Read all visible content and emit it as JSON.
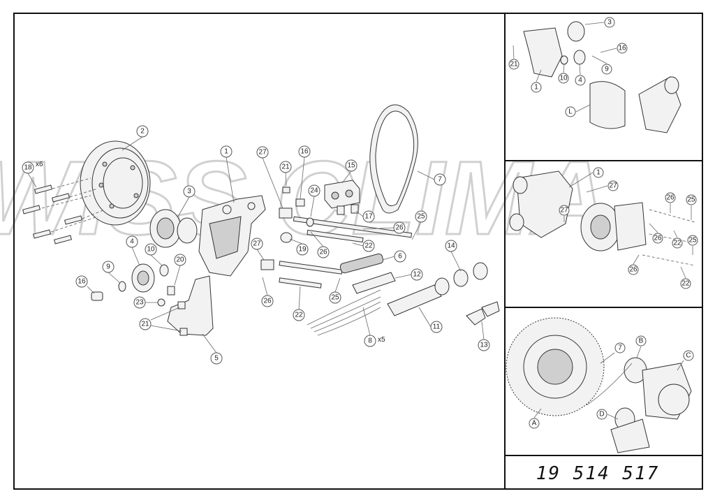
{
  "watermark": "SWISS CLIMA",
  "part_number": "19 514 517",
  "main_callouts": [
    {
      "id": "c1",
      "label": "1"
    },
    {
      "id": "c2",
      "label": "2"
    },
    {
      "id": "c3",
      "label": "3"
    },
    {
      "id": "c4",
      "label": "4"
    },
    {
      "id": "c5",
      "label": "5"
    },
    {
      "id": "c6",
      "label": "6"
    },
    {
      "id": "c7",
      "label": "7"
    },
    {
      "id": "c8",
      "label": "8"
    },
    {
      "id": "c9",
      "label": "9"
    },
    {
      "id": "c10",
      "label": "10"
    },
    {
      "id": "c11",
      "label": "11"
    },
    {
      "id": "c12",
      "label": "12"
    },
    {
      "id": "c13",
      "label": "13"
    },
    {
      "id": "c14",
      "label": "14"
    },
    {
      "id": "c15",
      "label": "15"
    },
    {
      "id": "c16a",
      "label": "16"
    },
    {
      "id": "c16b",
      "label": "16"
    },
    {
      "id": "c17",
      "label": "17"
    },
    {
      "id": "c18",
      "label": "18"
    },
    {
      "id": "c19",
      "label": "19"
    },
    {
      "id": "c20",
      "label": "20"
    },
    {
      "id": "c21a",
      "label": "21"
    },
    {
      "id": "c21b",
      "label": "21"
    },
    {
      "id": "c22a",
      "label": "22"
    },
    {
      "id": "c22b",
      "label": "22"
    },
    {
      "id": "c23",
      "label": "23"
    },
    {
      "id": "c24",
      "label": "24"
    },
    {
      "id": "c25a",
      "label": "25"
    },
    {
      "id": "c25b",
      "label": "25"
    },
    {
      "id": "c26a",
      "label": "26"
    },
    {
      "id": "c26b",
      "label": "26"
    },
    {
      "id": "c26c",
      "label": "26"
    },
    {
      "id": "c27a",
      "label": "27"
    },
    {
      "id": "c27b",
      "label": "27"
    }
  ],
  "multipliers": {
    "m18": "x6",
    "m8": "x5"
  },
  "inset1_callouts": [
    {
      "id": "i1c3",
      "label": "3"
    },
    {
      "id": "i1c16",
      "label": "16"
    },
    {
      "id": "i1c21",
      "label": "21"
    },
    {
      "id": "i1c9",
      "label": "9"
    },
    {
      "id": "i1c1",
      "label": "1"
    },
    {
      "id": "i1c10",
      "label": "10"
    },
    {
      "id": "i1c4",
      "label": "4"
    },
    {
      "id": "i1cL",
      "label": "L"
    }
  ],
  "inset2_callouts": [
    {
      "id": "i2c1",
      "label": "1"
    },
    {
      "id": "i2c27a",
      "label": "27"
    },
    {
      "id": "i2c27b",
      "label": "27"
    },
    {
      "id": "i2c26a",
      "label": "26"
    },
    {
      "id": "i2c25a",
      "label": "25"
    },
    {
      "id": "i2c26b",
      "label": "26"
    },
    {
      "id": "i2c22a",
      "label": "22"
    },
    {
      "id": "i2c25b",
      "label": "25"
    },
    {
      "id": "i2c26c",
      "label": "26"
    },
    {
      "id": "i2c22b",
      "label": "22"
    }
  ],
  "inset3_callouts": [
    {
      "id": "i3c7",
      "label": "7"
    },
    {
      "id": "i3cB",
      "label": "B"
    },
    {
      "id": "i3cC",
      "label": "C"
    },
    {
      "id": "i3cD",
      "label": "D"
    },
    {
      "id": "i3cA",
      "label": "A"
    }
  ]
}
